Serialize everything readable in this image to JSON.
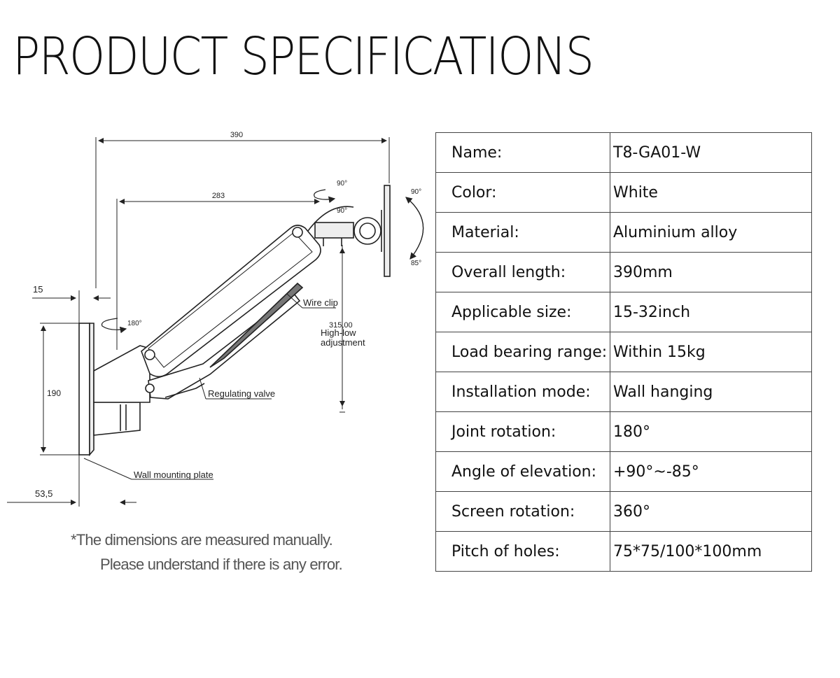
{
  "title": "PRODUCT SPECIFICATIONS",
  "diagram": {
    "dimensions": {
      "overall": "390",
      "arm": "283",
      "plate_thickness": "15",
      "plate_height": "190",
      "plate_depth": "53,5",
      "height_value": "315,00"
    },
    "labels": {
      "height_caption_1": "High-low",
      "height_caption_2": "adjustment",
      "wire_clip": "Wire clip",
      "regulating_valve": "Regulating valve",
      "wall_plate": "Wall mounting plate"
    },
    "angles": {
      "top_swivel": "90°",
      "mid_swivel": "90°",
      "tilt_up": "90°",
      "tilt_down": "85°",
      "base_swivel": "180°"
    }
  },
  "notes": [
    "*The dimensions are measured manually.",
    "Please understand if there is any error."
  ],
  "specs": [
    {
      "key": "Name:",
      "value": "T8-GA01-W"
    },
    {
      "key": "Color:",
      "value": "White"
    },
    {
      "key": "Material:",
      "value": "Aluminium alloy"
    },
    {
      "key": "Overall length:",
      "value": "390mm"
    },
    {
      "key": "Applicable size:",
      "value": "15-32inch"
    },
    {
      "key": "Load bearing range:",
      "value": "Within 15kg"
    },
    {
      "key": "Installation mode:",
      "value": "Wall hanging"
    },
    {
      "key": "Joint rotation:",
      "value": "180°"
    },
    {
      "key": "Angle of elevation:",
      "value": "+90°~-85°"
    },
    {
      "key": "Screen rotation:",
      "value": "360°"
    },
    {
      "key": "Pitch of holes:",
      "value": "75*75/100*100mm"
    }
  ]
}
